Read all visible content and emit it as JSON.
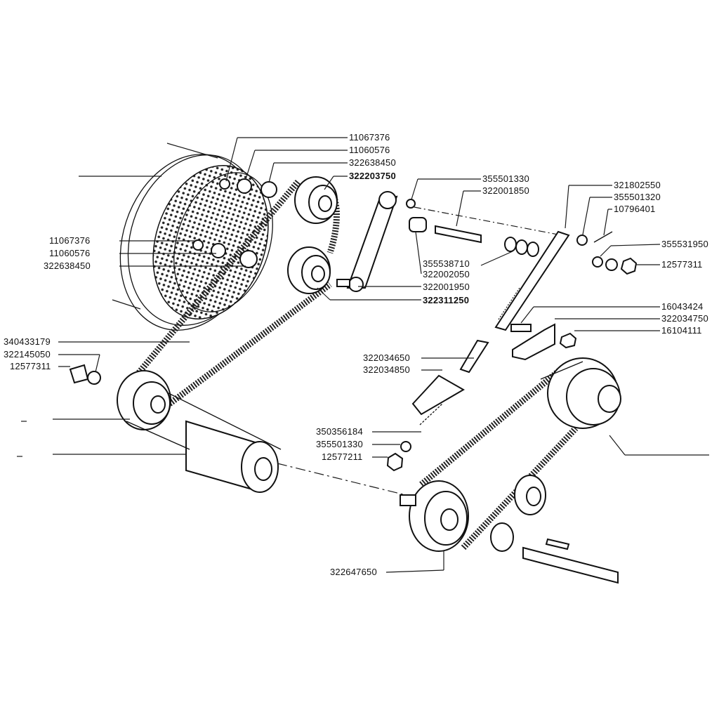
{
  "labels": {
    "l_11067376_top": "11067376",
    "l_11060576_top": "11060576",
    "l_322638450_top": "322638450",
    "l_322203750": "322203750",
    "l_11067376_left": "11067376",
    "l_11060576_left": "11060576",
    "l_322638450_left": "322638450",
    "l_355501330_top": "355501330",
    "l_322001850": "322001850",
    "l_355538710": "355538710",
    "l_322002050": "322002050",
    "l_322001950": "322001950",
    "l_322311250": "322311250",
    "l_321802550": "321802550",
    "l_355501320": "355501320",
    "l_10796401": "10796401",
    "l_355531950": "355531950",
    "l_12577311_right": "12577311",
    "l_16043424": "16043424",
    "l_322034750": "322034750",
    "l_16104111": "16104111",
    "l_340433179": "340433179",
    "l_322145050": "322145050",
    "l_12577311_left": "12577311",
    "l_322034650": "322034650",
    "l_322034850": "322034850",
    "l_350356184": "350356184",
    "l_355501330_bottom": "355501330",
    "l_12577211": "12577211",
    "l_322647650": "322647650"
  },
  "icons": {
    "drum_pulley": "large-perforated-drum-icon",
    "idler_upper": "idler-pulley-icon",
    "idler_lower": "idler-pulley-icon",
    "tensioner_arm": "tensioner-arm-icon",
    "motor_pulley": "motor-pulley-icon",
    "motor": "electric-motor-icon",
    "drive_pulley": "drive-pulley-icon",
    "pump_pulley": "pump-pulley-icon",
    "tension_rod": "threaded-rod-icon",
    "shaft": "shaft-icon"
  }
}
